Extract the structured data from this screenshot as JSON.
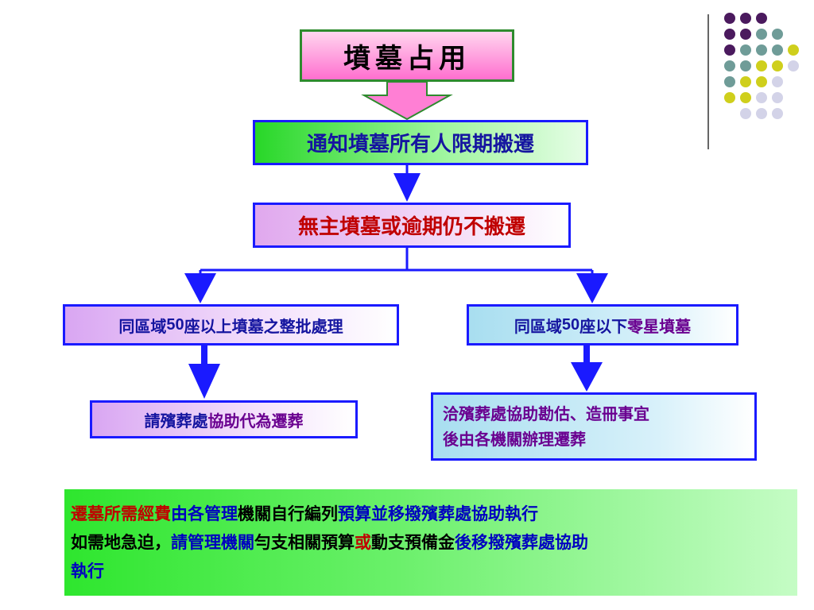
{
  "title": "墳墓占用",
  "steps": {
    "notify": "通知墳墓所有人限期搬遷",
    "overdue": "無主墳墓或逾期仍不搬遷"
  },
  "left_branch": {
    "condition": {
      "prefix": "同區域",
      "num": "50",
      "suffix": "座以上",
      "rest": "墳墓之整批處理"
    },
    "action": {
      "a": "請殯葬處",
      "b": "協助代為遷葬"
    }
  },
  "right_branch": {
    "condition": {
      "prefix": "同區域",
      "num": "50",
      "suffix": "座以下",
      "rest": "零星墳墓"
    },
    "action_line1": "洽殯葬處協助勘估、造冊事宜",
    "action_line2": "後由各機關辦理遷葬"
  },
  "note": {
    "line1": [
      {
        "text": "遷墓所需經費",
        "color": "#c00000"
      },
      {
        "text": "由各管理",
        "color": "#0000c0"
      },
      {
        "text": "機關自行編列",
        "color": "#000000"
      },
      {
        "text": "預算並移撥殯葬處協助執行",
        "color": "#0000c0"
      }
    ],
    "line2": [
      {
        "text": "如需地急迫，",
        "color": "#000000"
      },
      {
        "text": "請管理機關",
        "color": "#0000c0"
      },
      {
        "text": "勻支相關預算",
        "color": "#000000"
      },
      {
        "text": "或",
        "color": "#c00000"
      },
      {
        "text": "動支預備金",
        "color": "#000000"
      },
      {
        "text": "後移撥殯葬處協助",
        "color": "#0000c0"
      }
    ],
    "line3": [
      {
        "text": "執行",
        "color": "#0000c0"
      }
    ]
  },
  "colors": {
    "dot_purple": "#4b1a5e",
    "dot_teal": "#6f9c98",
    "dot_yellow": "#cfcf1c",
    "dot_lavender": "#d3d3e8",
    "arrow_blue": "#1a1aff",
    "title_arrow_pink": "#ff7fd4"
  }
}
